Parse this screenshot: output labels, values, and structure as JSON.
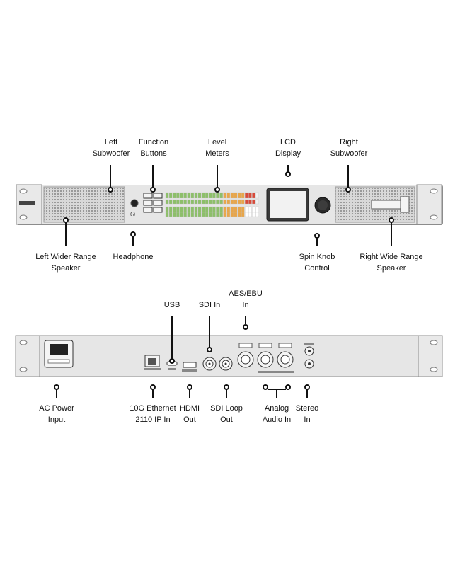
{
  "front_labels": {
    "left_subwoofer": "Left\nSubwoofer",
    "function_buttons": "Function\nButtons",
    "level_meters": "Level\nMeters",
    "lcd_display": "LCD\nDisplay",
    "right_subwoofer": "Right\nSubwoofer",
    "left_wider_range_speaker": "Left Wider Range\nSpeaker",
    "headphone": "Headphone",
    "spin_knob_control": "Spin Knob\nControl",
    "right_wide_range_speaker": "Right Wide Range\nSpeaker"
  },
  "rear_labels": {
    "usb": "USB",
    "sdi_in": "SDI In",
    "aes_ebu_in": "AES/EBU\nIn",
    "ac_power_input": "AC Power\nInput",
    "ethernet": "10G Ethernet\n2110 IP In",
    "hdmi_out": "HDMI\nOut",
    "sdi_loop_out": "SDI Loop\nOut",
    "analog_audio_in": "Analog\nAudio In",
    "stereo_in": "Stereo\nIn"
  },
  "colors": {
    "meter_green": "#8dbf6a",
    "meter_orange": "#e8a64a",
    "meter_red": "#d84a3a",
    "panel": "#e6e6e6",
    "line": "#111111"
  }
}
